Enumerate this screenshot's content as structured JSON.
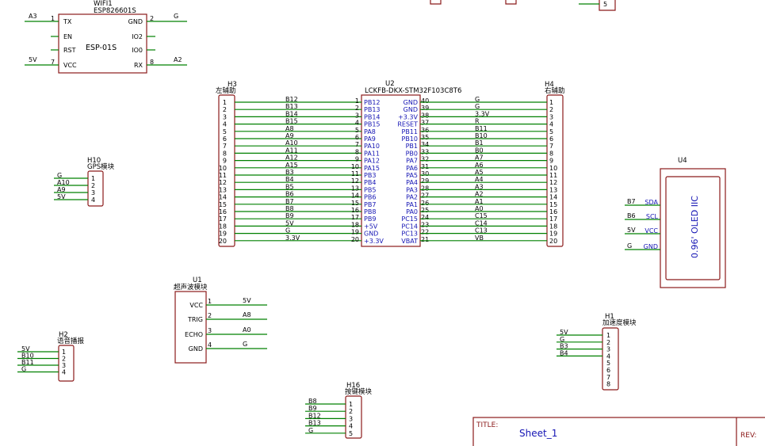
{
  "wifi": {
    "ref": "WIFI1",
    "part": "ESP826601S",
    "name": "ESP-01S",
    "left": [
      {
        "n": "1",
        "p": "TX",
        "net": "A3"
      },
      {
        "n": "",
        "p": "EN",
        "net": ""
      },
      {
        "n": "",
        "p": "RST",
        "net": ""
      },
      {
        "n": "7",
        "p": "VCC",
        "net": "5V"
      }
    ],
    "right": [
      {
        "n": "2",
        "p": "GND",
        "net": "G"
      },
      {
        "n": "",
        "p": "IO2",
        "net": ""
      },
      {
        "n": "",
        "p": "IO0",
        "net": ""
      },
      {
        "n": "8",
        "p": "RX",
        "net": "A2"
      }
    ]
  },
  "h3": {
    "ref": "H3",
    "name": "左辅助",
    "pins": [
      "1",
      "2",
      "3",
      "4",
      "5",
      "6",
      "7",
      "8",
      "9",
      "10",
      "11",
      "12",
      "13",
      "14",
      "15",
      "16",
      "17",
      "18",
      "19",
      "20"
    ],
    "nets": [
      "B12",
      "B13",
      "B14",
      "B15",
      "A8",
      "A9",
      "A10",
      "A11",
      "A12",
      "A15",
      "B3",
      "B4",
      "B5",
      "B6",
      "B7",
      "B8",
      "B9",
      "5V",
      "G",
      "3.3V"
    ]
  },
  "u2": {
    "ref": "U2",
    "part": "LCKFB-DKX-STM32F103C8T6",
    "lnum": [
      "1",
      "2",
      "3",
      "4",
      "5",
      "6",
      "7",
      "8",
      "9",
      "10",
      "11",
      "12",
      "13",
      "14",
      "15",
      "16",
      "17",
      "18",
      "19",
      "20"
    ],
    "lname": [
      "PB12",
      "PB13",
      "PB14",
      "PB15",
      "PA8",
      "PA9",
      "PA10",
      "PA11",
      "PA12",
      "PA15",
      "PB3",
      "PB4",
      "PB5",
      "PB6",
      "PB7",
      "PB8",
      "PB9",
      "+5V",
      "GND",
      "+3.3V"
    ],
    "rnum": [
      "40",
      "39",
      "38",
      "37",
      "36",
      "35",
      "34",
      "33",
      "32",
      "31",
      "30",
      "29",
      "28",
      "27",
      "26",
      "25",
      "24",
      "23",
      "22",
      "21"
    ],
    "rname": [
      "GND",
      "GND",
      "+3.3V",
      "RESET",
      "PB11",
      "PB10",
      "PB1",
      "PB0",
      "PA7",
      "PA6",
      "PA5",
      "PA4",
      "PA3",
      "PA2",
      "PA1",
      "PA0",
      "PC15",
      "PC14",
      "PC13",
      "VBAT"
    ]
  },
  "h4": {
    "ref": "H4",
    "name": "右辅助",
    "pins": [
      "1",
      "2",
      "3",
      "4",
      "5",
      "6",
      "7",
      "8",
      "9",
      "10",
      "11",
      "12",
      "13",
      "14",
      "15",
      "16",
      "17",
      "18",
      "19",
      "20"
    ],
    "nets": [
      "G",
      "G",
      "3.3V",
      "R",
      "B11",
      "B10",
      "B1",
      "B0",
      "A7",
      "A6",
      "A5",
      "A4",
      "A3",
      "A2",
      "A1",
      "A0",
      "C15",
      "C14",
      "C13",
      "VB"
    ]
  },
  "h10": {
    "ref": "H10",
    "name": "GPS模块",
    "pins": [
      "1",
      "2",
      "3",
      "4"
    ],
    "nets": [
      "G",
      "A10",
      "A9",
      "5V"
    ]
  },
  "u4": {
    "ref": "U4",
    "text": "0.96' OLED IIC",
    "pins": [
      "SDA",
      "SCL",
      "VCC",
      "GND"
    ],
    "nets": [
      "B7",
      "B6",
      "5V",
      "G"
    ]
  },
  "u1": {
    "ref": "U1",
    "name": "超声波模块",
    "pins": [
      "VCC",
      "TRIG",
      "ECHO",
      "GND"
    ],
    "nums": [
      "1",
      "2",
      "3",
      "4"
    ],
    "nets": [
      "5V",
      "A8",
      "A0",
      "G"
    ]
  },
  "h2": {
    "ref": "H2",
    "name": "语音播报",
    "pins": [
      "1",
      "2",
      "3",
      "4"
    ],
    "nets": [
      "5V",
      "B10",
      "B11",
      "G"
    ]
  },
  "h1": {
    "ref": "H1",
    "name": "加速度模块",
    "pins": [
      "1",
      "2",
      "3",
      "4",
      "5",
      "6",
      "7",
      "8"
    ],
    "nets": [
      "5V",
      "G",
      "B3",
      "B4"
    ]
  },
  "h16": {
    "ref": "H16",
    "name": "按键模块",
    "pins": [
      "1",
      "2",
      "3",
      "4",
      "5"
    ],
    "nets": [
      "B8",
      "B9",
      "B12",
      "B13",
      "G"
    ]
  },
  "top": {
    "pin": "5"
  },
  "title": {
    "label": "TITLE:",
    "value": "Sheet_1",
    "rev": "REV:"
  }
}
